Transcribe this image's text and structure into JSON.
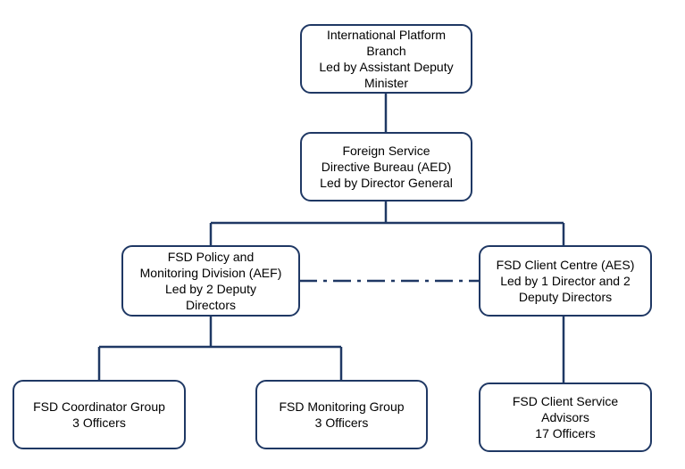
{
  "colors": {
    "border": "#1f3864",
    "connector": "#1f3864",
    "text": "#000000",
    "background": "#ffffff"
  },
  "nodes": {
    "ipb": {
      "lines": [
        "International Platform",
        "Branch",
        "Led by Assistant Deputy",
        "Minister"
      ]
    },
    "aed": {
      "lines": [
        "Foreign Service",
        "Directive Bureau (AED)",
        "Led by Director General"
      ]
    },
    "aef": {
      "lines": [
        "FSD Policy and",
        "Monitoring Division (AEF)",
        "Led by 2 Deputy",
        "Directors"
      ]
    },
    "aes": {
      "lines": [
        "FSD Client Centre (AES)",
        "Led by 1 Director and 2",
        "Deputy Directors"
      ]
    },
    "coordinator": {
      "lines": [
        "FSD Coordinator Group",
        "3 Officers"
      ]
    },
    "monitoring": {
      "lines": [
        "FSD Monitoring Group",
        "3 Officers"
      ]
    },
    "advisors": {
      "lines": [
        "FSD Client Service",
        "Advisors",
        "17 Officers"
      ]
    }
  }
}
